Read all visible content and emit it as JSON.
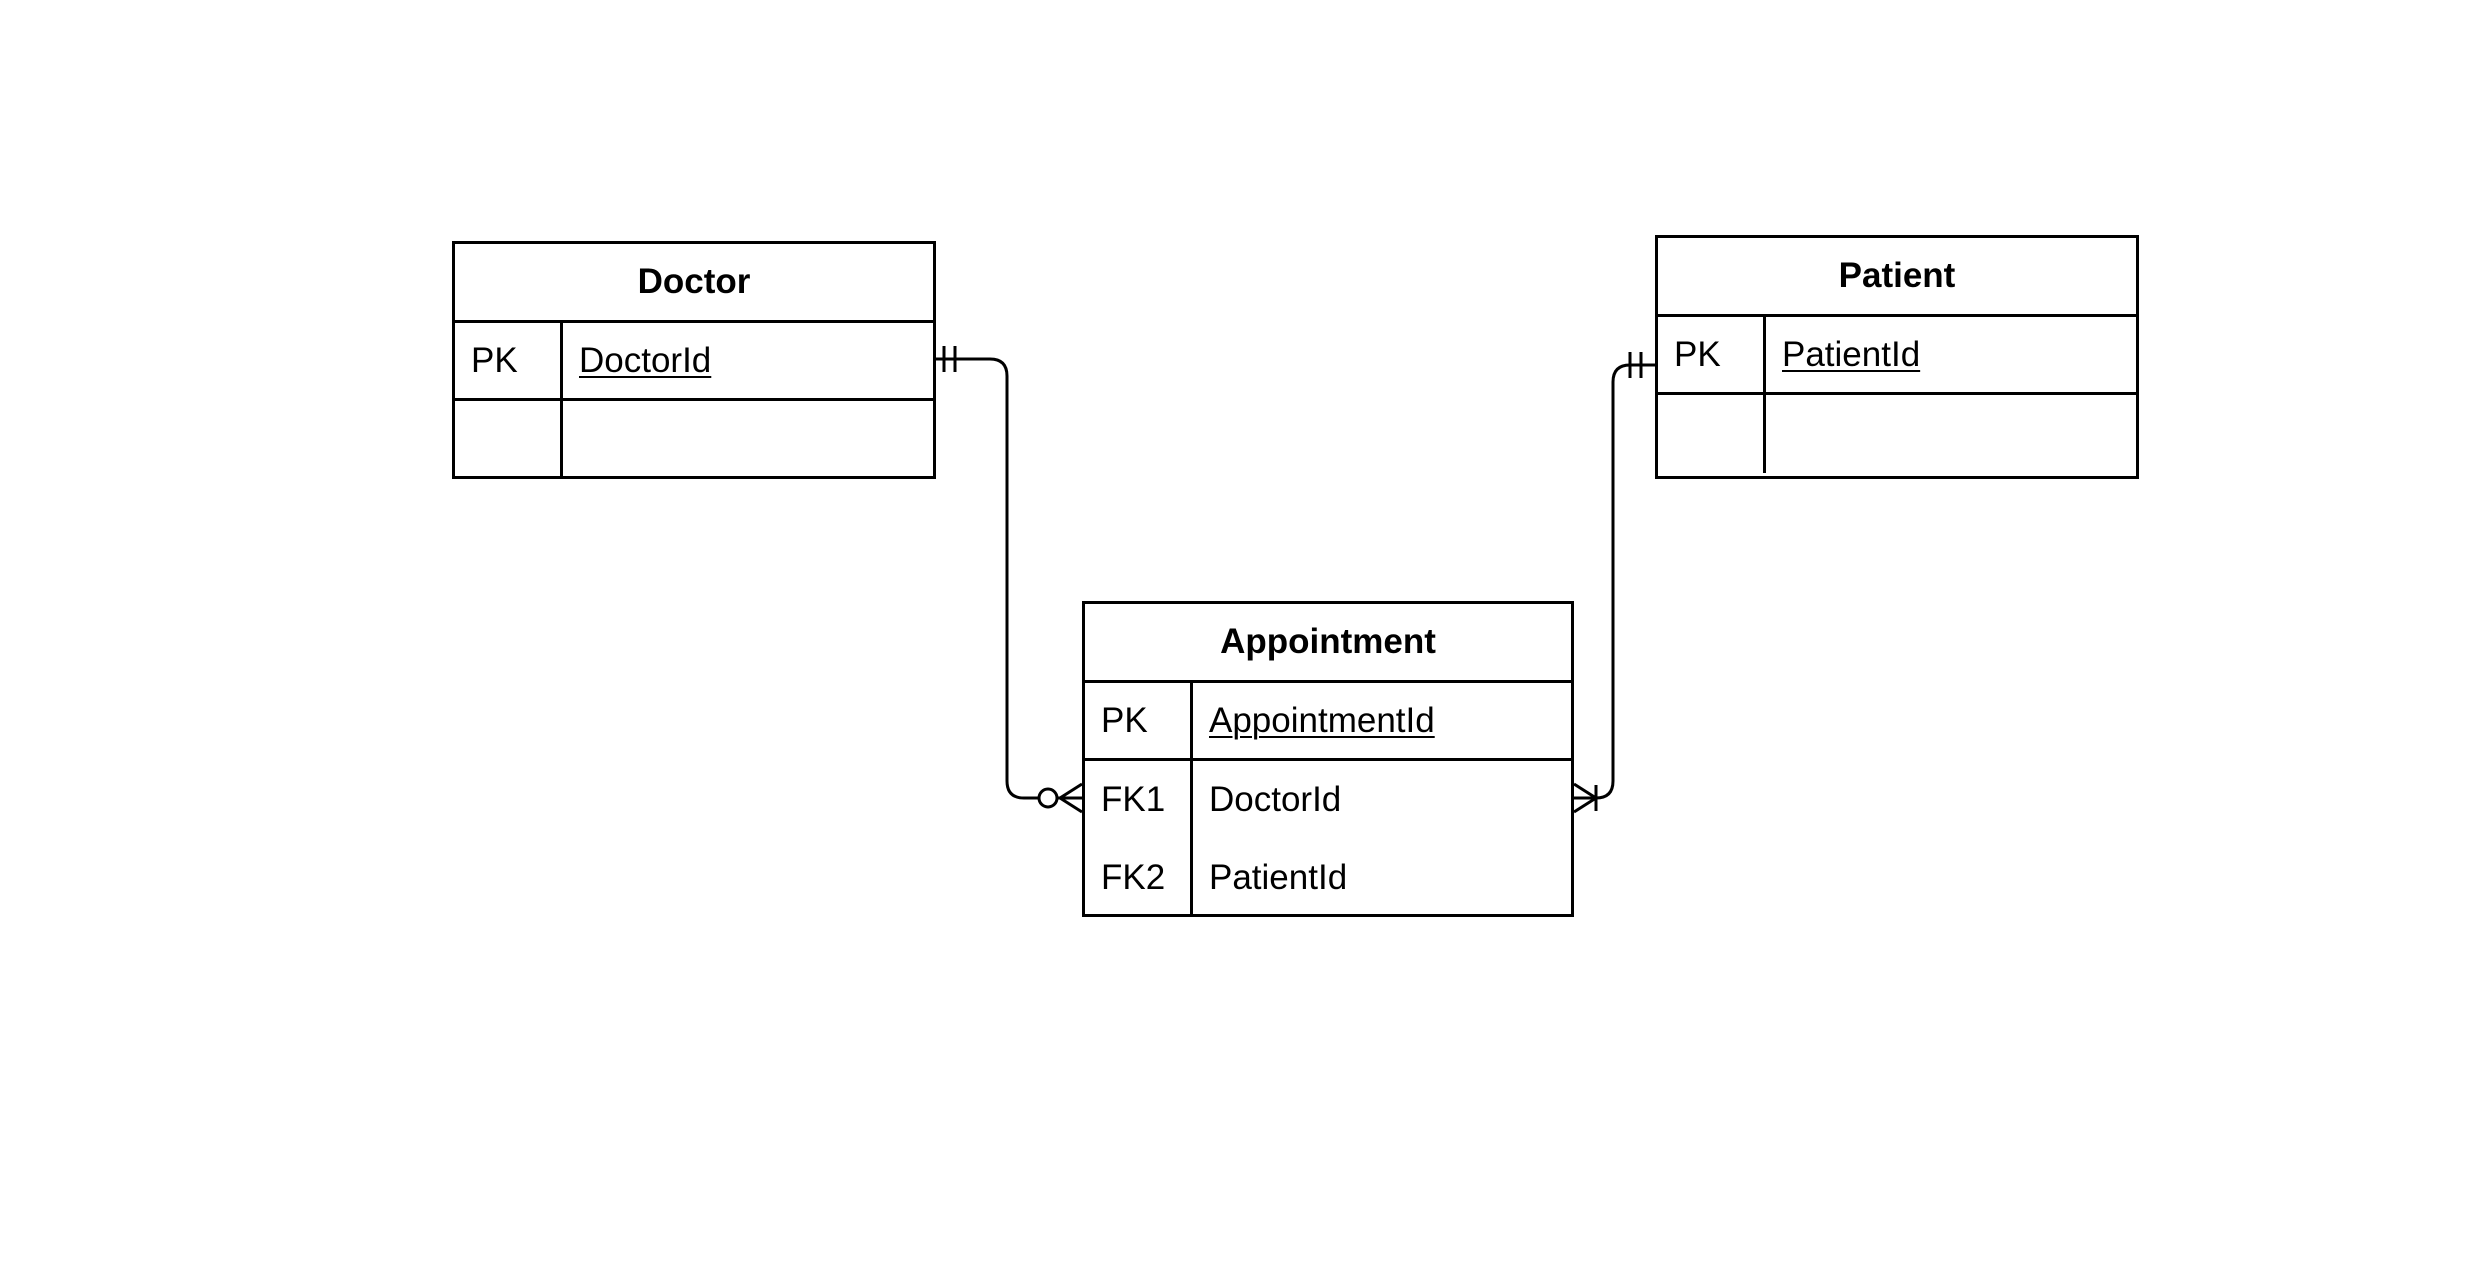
{
  "entities": {
    "doctor": {
      "title": "Doctor",
      "rows": [
        {
          "key": "PK",
          "name": "DoctorId"
        },
        {
          "key": "",
          "name": ""
        }
      ]
    },
    "patient": {
      "title": "Patient",
      "rows": [
        {
          "key": "PK",
          "name": "PatientId"
        },
        {
          "key": "",
          "name": ""
        }
      ]
    },
    "appointment": {
      "title": "Appointment",
      "rows": [
        {
          "key": "PK",
          "name": "AppointmentId"
        },
        {
          "key": "FK1",
          "name": "DoctorId"
        },
        {
          "key": "FK2",
          "name": "PatientId"
        }
      ]
    }
  },
  "relationships": [
    {
      "from": "Doctor",
      "from_cardinality": "exactly-one",
      "to": "Appointment",
      "to_cardinality": "zero-or-many"
    },
    {
      "from": "Patient",
      "from_cardinality": "exactly-one",
      "to": "Appointment",
      "to_cardinality": "one-or-many"
    }
  ],
  "colors": {
    "line": "#000000",
    "background": "#ffffff"
  }
}
